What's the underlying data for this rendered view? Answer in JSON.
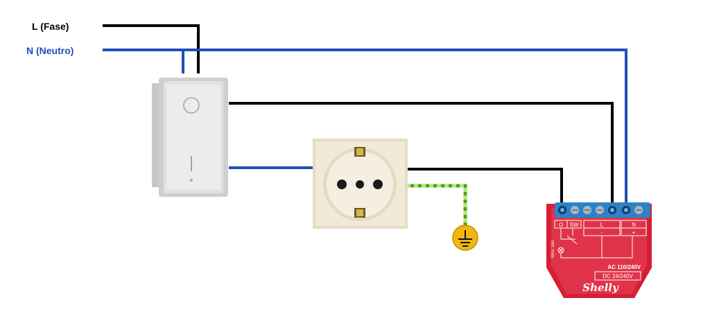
{
  "wires": {
    "phase_label": "L (Fase)",
    "neutral_label": "N (Neutro)",
    "phase_color": "#000000",
    "neutral_color": "#1f4fb5",
    "ground_color": "#8ee04a"
  },
  "device": {
    "terminal_labels": [
      "O",
      "SW",
      "L",
      "N"
    ],
    "terminal_signs": [
      "-",
      "+"
    ],
    "max_label": "MAX 16A",
    "ac_label": "AC 110/240V",
    "dc_label": "DC 24/240V",
    "brand": "Shelly",
    "body_color": "#d61f35"
  },
  "icons": {
    "ground": "ground-icon",
    "switch": "light-switch-icon",
    "socket": "schuko-socket-icon",
    "relay": "shelly-relay-icon"
  }
}
